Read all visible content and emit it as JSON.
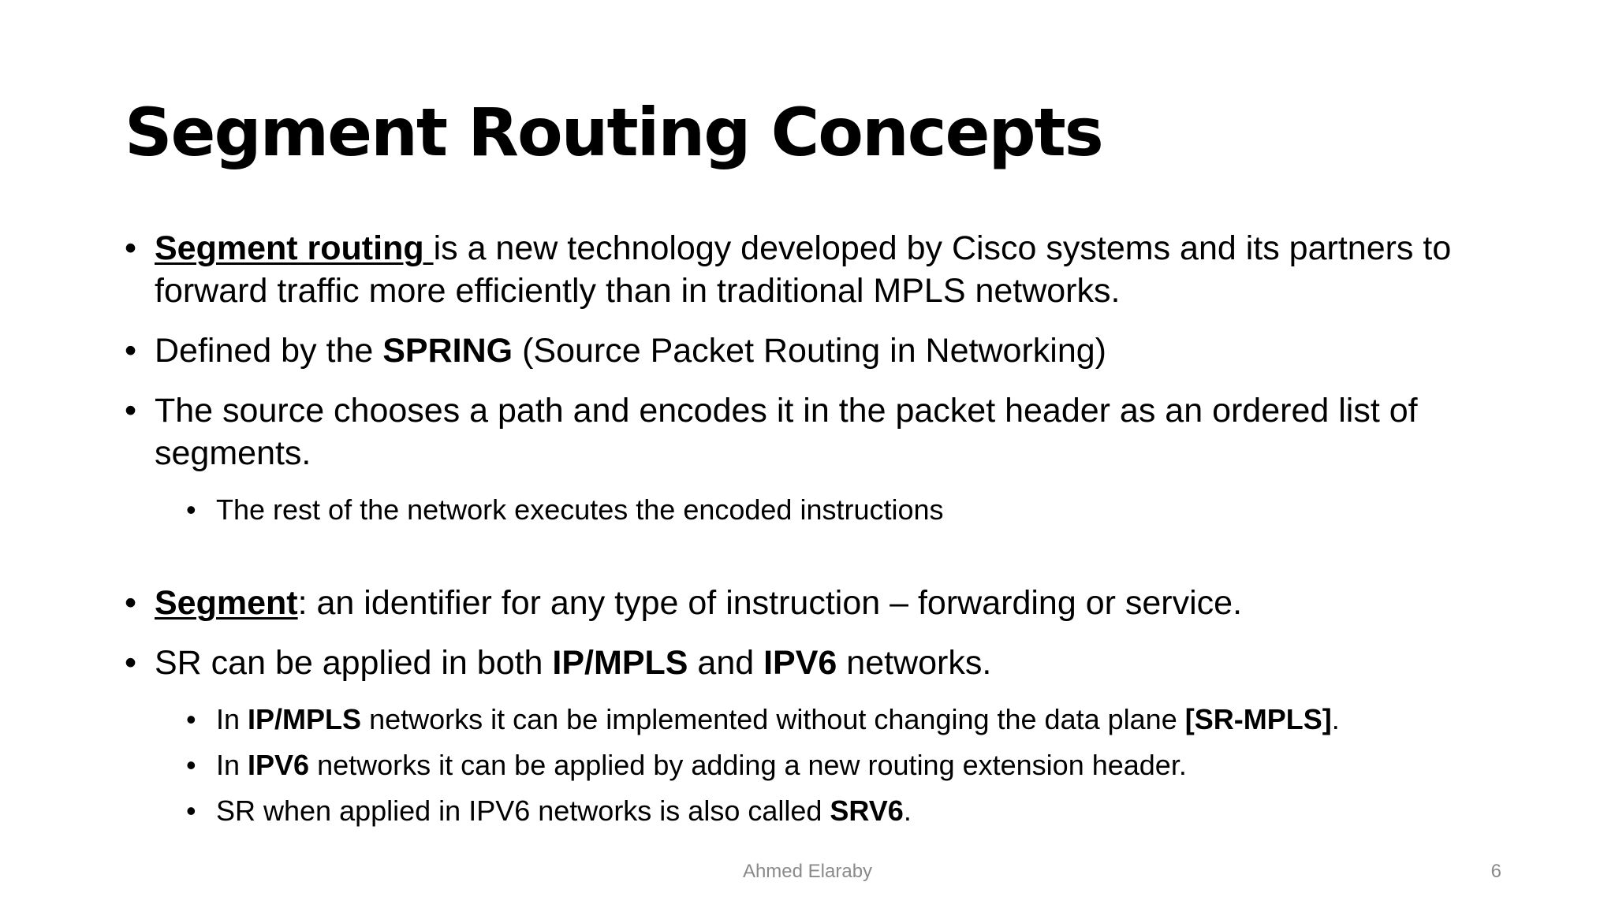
{
  "slide": {
    "title": "Segment Routing Concepts",
    "bullets": [
      {
        "term": "Segment routing ",
        "text": "is a new technology developed by Cisco systems and its partners to forward traffic more efficiently than in traditional MPLS networks."
      },
      {
        "pre": "Defined by the ",
        "bold": "SPRING",
        "post": " (Source Packet Routing in Networking)"
      },
      {
        "text": "The source chooses a path and encodes it in the packet header as an ordered list of segments.",
        "sub": [
          {
            "text": "The rest of the network executes the encoded instructions"
          }
        ]
      },
      {
        "term": "Segment",
        "text": ": an identifier for any type of instruction – forwarding or service."
      },
      {
        "pre": "SR can be applied in both ",
        "bold1": "IP/MPLS",
        "mid": " and ",
        "bold2": "IPV6",
        "post": " networks.",
        "sub": [
          {
            "pre": "In ",
            "bold1": "IP/MPLS",
            "mid": " networks it can be implemented without changing the data plane ",
            "bold2": "[SR-MPLS]",
            "post": "."
          },
          {
            "pre": "In ",
            "bold": "IPV6",
            "post": " networks it can be applied by adding a new routing extension header."
          },
          {
            "pre": "SR when applied in IPV6 networks is also called ",
            "bold": "SRV6",
            "post": "."
          }
        ]
      }
    ]
  },
  "footer": {
    "author": "Ahmed Elaraby",
    "page_number": "6"
  }
}
